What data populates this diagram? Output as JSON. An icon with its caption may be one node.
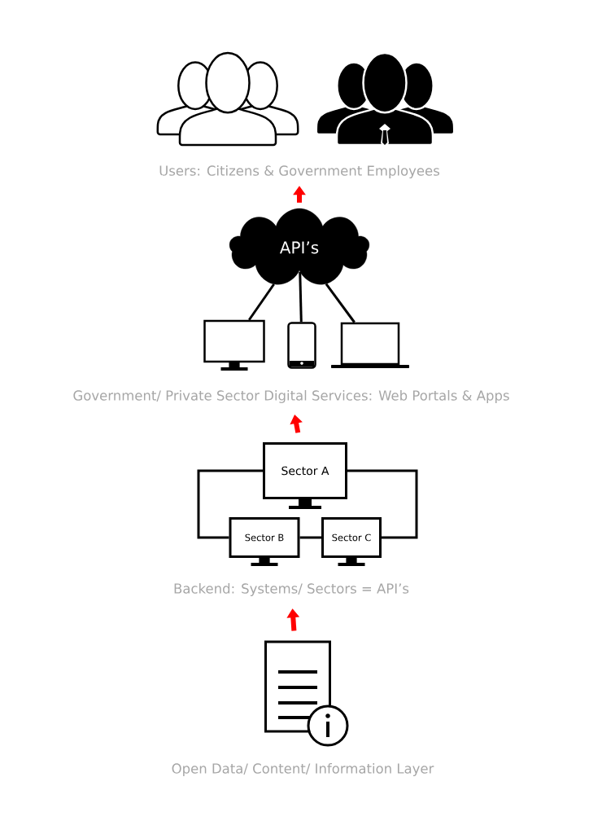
{
  "diagram": {
    "nodes": [
      {
        "text": [
          "Users: Citizens & Government Employees"
        ]
      },
      {
        "text": [
          "API’s"
        ]
      },
      {
        "text": [],
        "shape": "monitor"
      },
      {
        "text": [],
        "shape": "phone"
      },
      {
        "text": [],
        "shape": "laptop"
      },
      {
        "text": [
          "Government/ Private Sector Digital Services: Web Portals & Apps"
        ]
      },
      {
        "text": [
          "Sector A"
        ]
      },
      {
        "text": [
          "Sector B"
        ]
      },
      {
        "text": [
          "Sector C"
        ]
      },
      {
        "text": [
          "Backend: Systems/ Sectors = API’s"
        ]
      },
      {
        "text": [],
        "shape": "document"
      },
      {
        "text": [
          "Open Data/ Content/ Information Layer"
        ]
      }
    ],
    "edges": [
      {
        "from": 1,
        "to": 0,
        "arrow": "to",
        "style": "thick",
        "color": "#ff0000"
      },
      {
        "from": 1,
        "to": 2,
        "arrow": "none"
      },
      {
        "from": 1,
        "to": 3,
        "arrow": "none"
      },
      {
        "from": 1,
        "to": 4,
        "arrow": "none"
      },
      {
        "from": 6,
        "to": 5,
        "arrow": "to",
        "style": "thick",
        "color": "#ff0000"
      },
      {
        "from": 6,
        "to": 7,
        "arrow": "none"
      },
      {
        "from": 6,
        "to": 8,
        "arrow": "none"
      },
      {
        "from": 7,
        "to": 8,
        "arrow": "none"
      },
      {
        "from": 10,
        "to": 9,
        "arrow": "to",
        "style": "thick",
        "color": "#ff0000"
      }
    ]
  }
}
